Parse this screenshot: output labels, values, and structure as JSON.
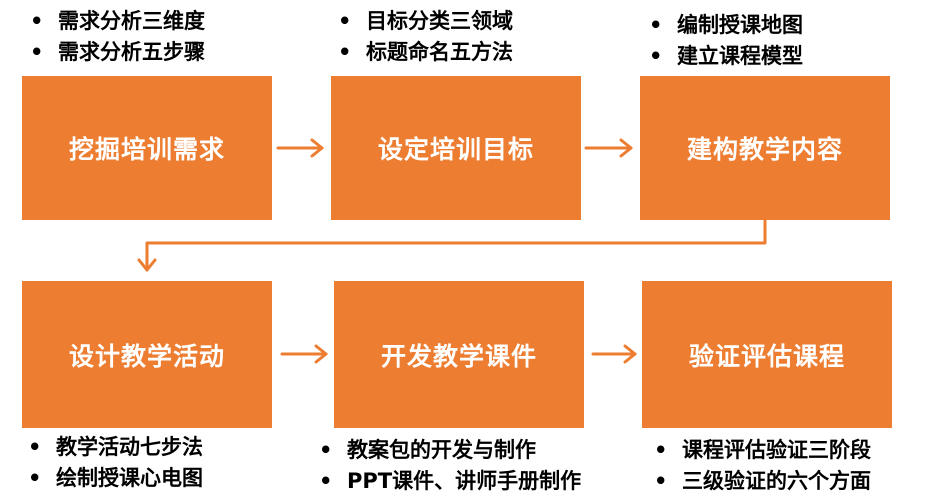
{
  "colors": {
    "box": "#ED7D31",
    "arrow": "#ED7D31",
    "box_text": "#FFFFFF"
  },
  "steps": [
    {
      "label": "挖掘培训需求",
      "notes": [
        "需求分析三维度",
        "需求分析五步骤"
      ]
    },
    {
      "label": "设定培训目标",
      "notes": [
        "目标分类三领域",
        "标题命名五方法"
      ]
    },
    {
      "label": "建构教学内容",
      "notes": [
        "编制授课地图",
        "建立课程模型"
      ]
    },
    {
      "label": "设计教学活动",
      "notes": [
        "教学活动七步法",
        "绘制授课心电图"
      ]
    },
    {
      "label": "开发教学课件",
      "notes": [
        "教案包的开发与制作",
        "PPT课件、讲师手册制作"
      ]
    },
    {
      "label": "验证评估课程",
      "notes": [
        "课程评估验证三阶段",
        "三级验证的六个方面"
      ]
    }
  ]
}
